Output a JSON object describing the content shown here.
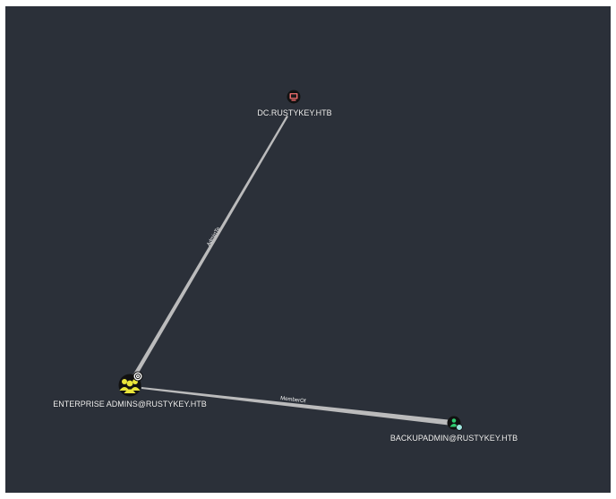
{
  "graph": {
    "nodes": [
      {
        "id": "dc",
        "type": "computer",
        "label": "DC.RUSTYKEY.HTB",
        "icon": "computer-icon",
        "color": "#e86b6b"
      },
      {
        "id": "ea",
        "type": "group",
        "label": "ENTERPRISE ADMINS@RUSTYKEY.HTB",
        "icon": "group-icon",
        "color": "#e9e53a",
        "badge_icon": "target-badge-icon"
      },
      {
        "id": "ba",
        "type": "user",
        "label": "BACKUPADMIN@RUSTYKEY.HTB",
        "icon": "user-icon",
        "color": "#2ecc71",
        "badge_icon": "start-badge-icon"
      }
    ],
    "edges": [
      {
        "source": "ea",
        "target": "dc",
        "label": "AdminTo"
      },
      {
        "source": "ba",
        "target": "ea",
        "label": "MemberOf"
      }
    ],
    "colors": {
      "background": "#2b3039",
      "edge": "#c8c8c8",
      "label_text": "#f3f3f3"
    }
  }
}
